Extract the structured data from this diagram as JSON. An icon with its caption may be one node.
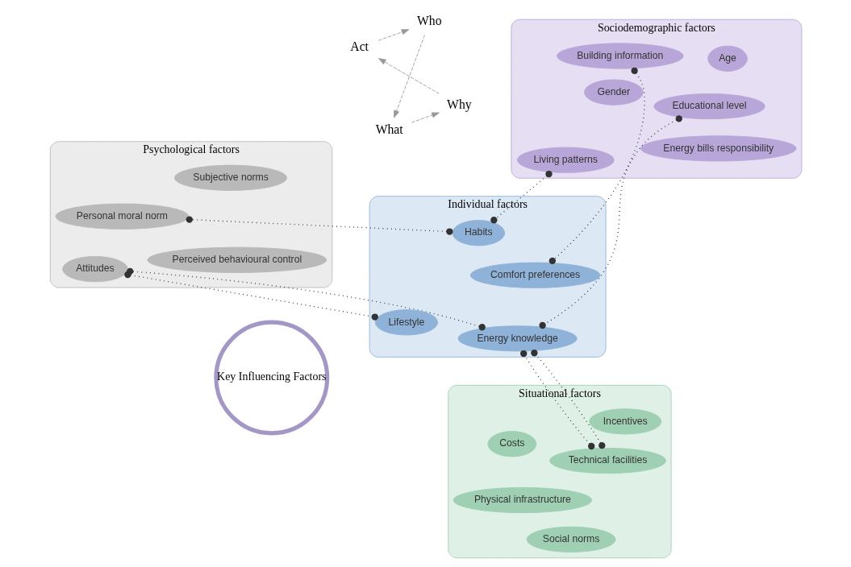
{
  "diagram": {
    "nodes": [
      {
        "text": [
          "Who"
        ]
      },
      {
        "text": [
          "What"
        ]
      },
      {
        "text": [
          "Why"
        ]
      },
      {
        "text": [
          "Act"
        ]
      },
      {
        "text": [
          "Key Influencing Factors"
        ]
      },
      {
        "text": [
          "Sociodemographic factors"
        ]
      },
      {
        "text": [
          "Gender"
        ],
        "in": 5
      },
      {
        "text": [
          "Educational level"
        ],
        "in": 5
      },
      {
        "text": [
          "Age"
        ],
        "in": 5
      },
      {
        "text": [
          "Living patterns"
        ],
        "in": 5
      },
      {
        "text": [
          "Energy bills responsibility"
        ],
        "in": 5
      },
      {
        "text": [
          "Building information"
        ],
        "in": 5
      },
      {
        "text": [
          "Individual factors"
        ]
      },
      {
        "text": [
          "Energy knowledge"
        ],
        "in": 12
      },
      {
        "text": [
          "Habits"
        ],
        "in": 12
      },
      {
        "text": [
          "Lifestyle"
        ],
        "in": 12
      },
      {
        "text": [
          "Comfort preferences"
        ],
        "in": 12
      },
      {
        "text": [
          "Situational factors"
        ]
      },
      {
        "text": [
          "Technical facilities"
        ],
        "in": 17
      },
      {
        "text": [
          "Social norms"
        ],
        "in": 17
      },
      {
        "text": [
          "Incentives"
        ],
        "in": 17
      },
      {
        "text": [
          "Physical infrastructure"
        ],
        "in": 17
      },
      {
        "text": [
          "Costs"
        ],
        "in": 17
      },
      {
        "text": [
          "Psychological factors"
        ]
      },
      {
        "text": [
          "Attitudes"
        ],
        "in": 23
      },
      {
        "text": [
          "Personal moral norm"
        ],
        "in": 23
      },
      {
        "text": [
          "Subjective norms"
        ],
        "in": 23
      },
      {
        "text": [
          "Perceived behavioural control"
        ],
        "in": 23
      }
    ],
    "edges": [
      {
        "from": 0,
        "to": 1,
        "arrow": "to",
        "style": "dashed",
        "color": "#999999"
      },
      {
        "from": 1,
        "to": 2,
        "arrow": "to",
        "style": "dashed",
        "color": "#999999"
      },
      {
        "from": 2,
        "to": 3,
        "arrow": "to",
        "style": "dashed",
        "color": "#999999"
      },
      {
        "from": 3,
        "to": 0,
        "arrow": "to",
        "style": "dashed",
        "color": "#999999"
      },
      {
        "from": 18,
        "to": 13,
        "arrow": "other"
      },
      {
        "from": 18,
        "to": 13,
        "arrow": "other"
      },
      {
        "from": 7,
        "to": 13,
        "arrow": "other"
      },
      {
        "from": 9,
        "to": 14,
        "arrow": "other"
      },
      {
        "from": 13,
        "to": 24,
        "arrow": "other"
      },
      {
        "from": 11,
        "to": 16,
        "arrow": "other"
      },
      {
        "from": 24,
        "to": 15,
        "arrow": "other"
      },
      {
        "from": 14,
        "to": 25,
        "arrow": "other"
      }
    ]
  }
}
